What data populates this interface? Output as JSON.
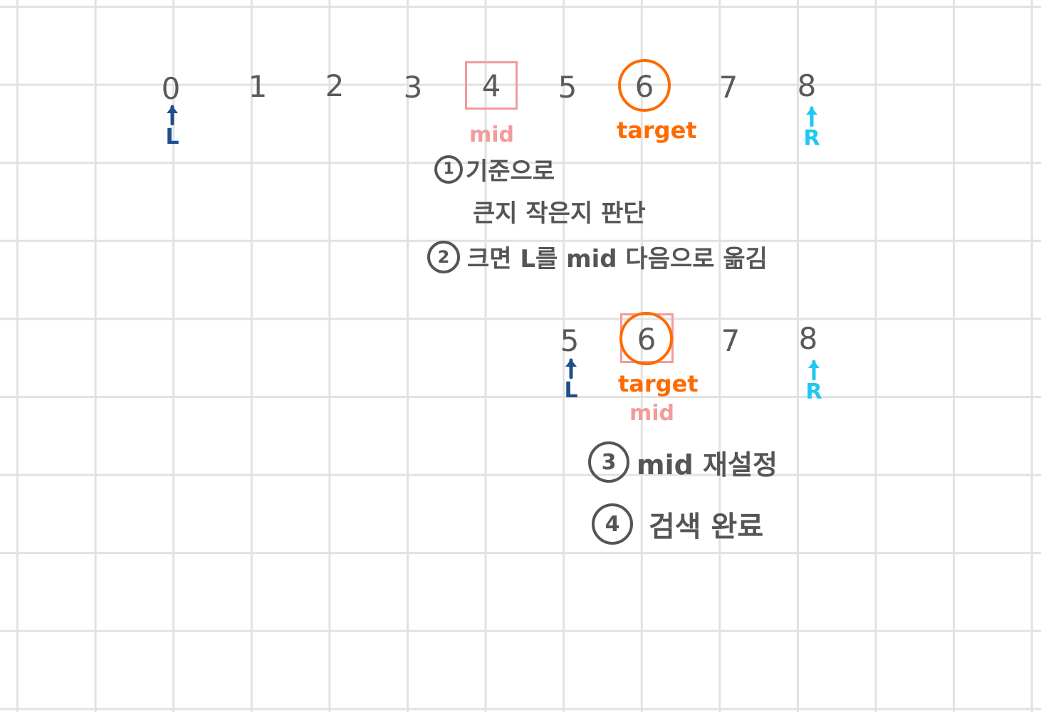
{
  "row1": {
    "indices": [
      "0",
      "1",
      "2",
      "3",
      "4",
      "5",
      "6",
      "7",
      "8"
    ],
    "mid_label": "mid",
    "target_label": "target",
    "left_pointer": "L",
    "right_pointer": "R"
  },
  "step1": {
    "badge": "1",
    "line1": "기준으로",
    "line2": "큰지 작은지 판단"
  },
  "step2": {
    "badge": "2",
    "text": "크면 L를 mid 다음으로 옮김"
  },
  "row2": {
    "indices": [
      "5",
      "6",
      "7",
      "8"
    ],
    "target_label": "target",
    "mid_label": "mid",
    "left_pointer": "L",
    "right_pointer": "R"
  },
  "step3": {
    "badge": "3",
    "text": "mid 재설정"
  },
  "step4": {
    "badge": "4",
    "text": "검색 완료"
  },
  "colors": {
    "mid": "#f39b9b",
    "target": "#ff6a00",
    "left_pointer": "#1f4e8c",
    "right_pointer": "#1ec8f0",
    "text": "#555555",
    "grid": "#e2e2e2"
  }
}
